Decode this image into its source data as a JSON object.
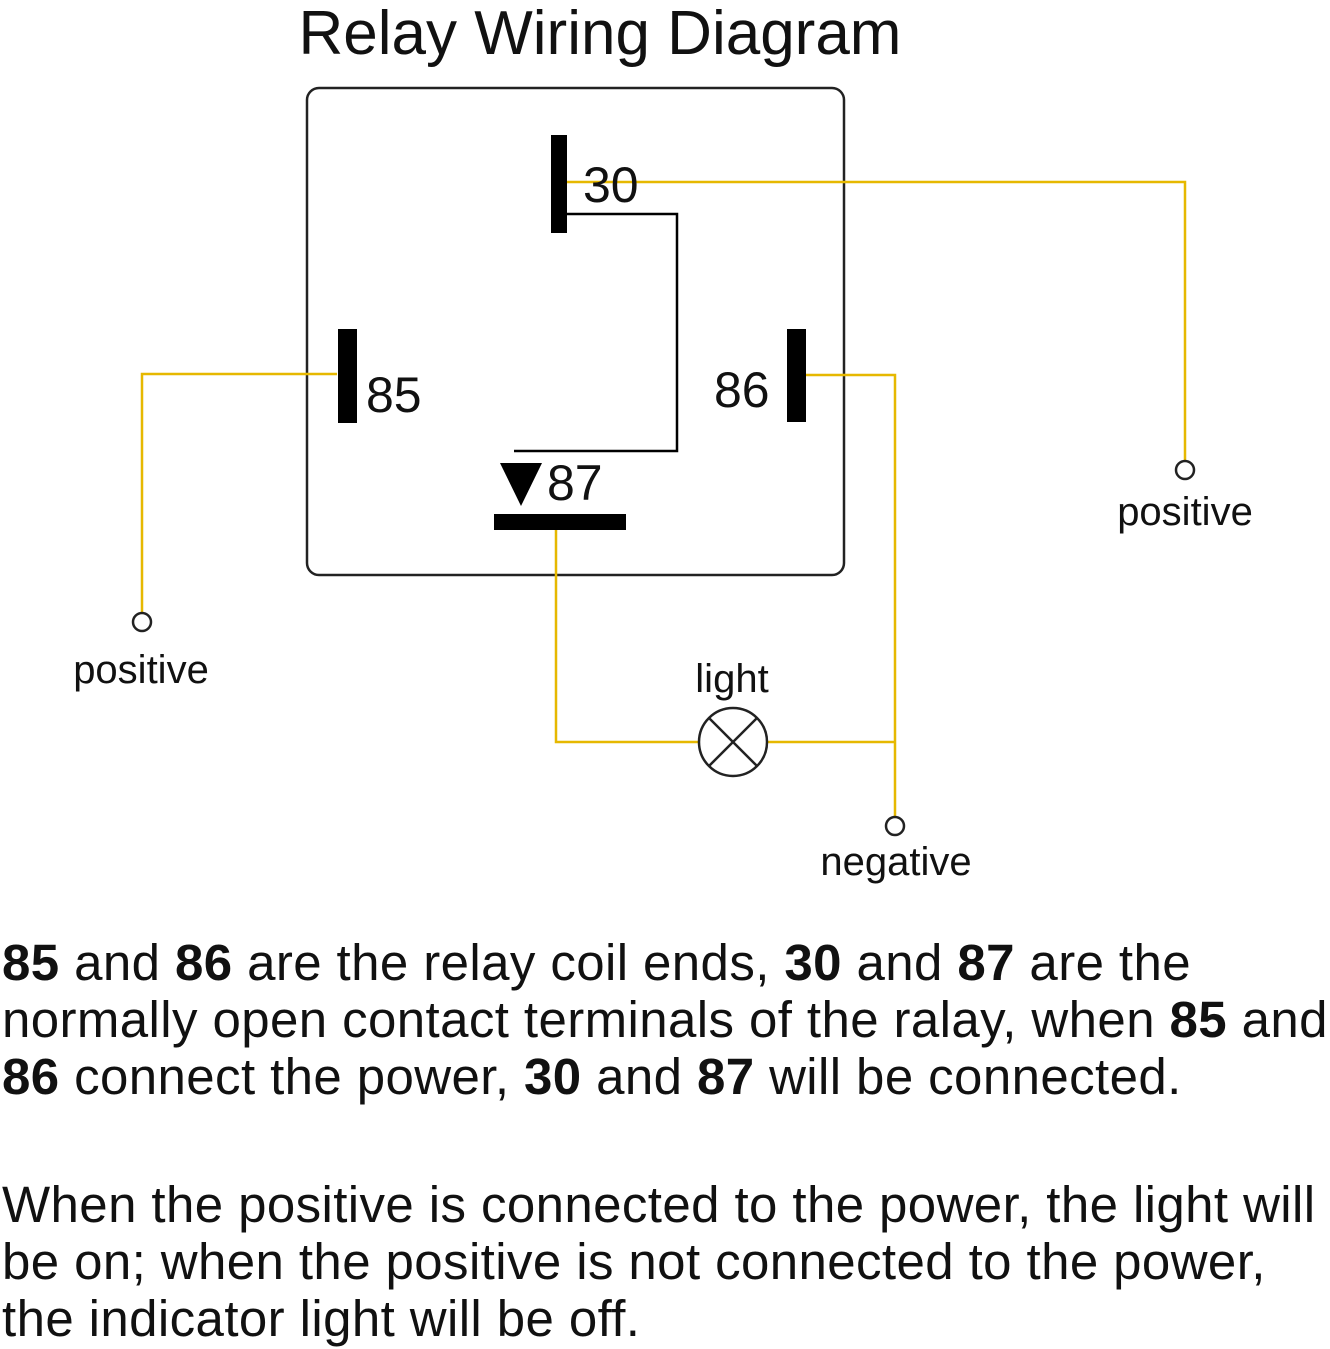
{
  "title": "Relay Wiring Diagram",
  "terminals": {
    "t30": "30",
    "t85": "85",
    "t86": "86",
    "t87": "87"
  },
  "labels": {
    "positive_left": "positive",
    "positive_right": "positive",
    "light": "light",
    "negative": "negative"
  },
  "colors": {
    "wire": "#e6b800",
    "outline": "#222222",
    "terminal": "#000000"
  },
  "paragraphs": {
    "p1": {
      "s1": "85",
      "s2": " and ",
      "s3": "86",
      "s4": " are the relay coil ends, ",
      "s5": "30",
      "s6": " and ",
      "s7": "87",
      "s8": " are the normally open contact terminals of the ralay, when ",
      "s9": "85",
      "s10": " and ",
      "s11": "86",
      "s12": " connect the power, ",
      "s13": "30",
      "s14": " and ",
      "s15": "87",
      "s16": " will be connected."
    },
    "p2": "When the positive is connected to the power, the light will be on; when the positive is not connected to the power, the indicator light will be off."
  }
}
